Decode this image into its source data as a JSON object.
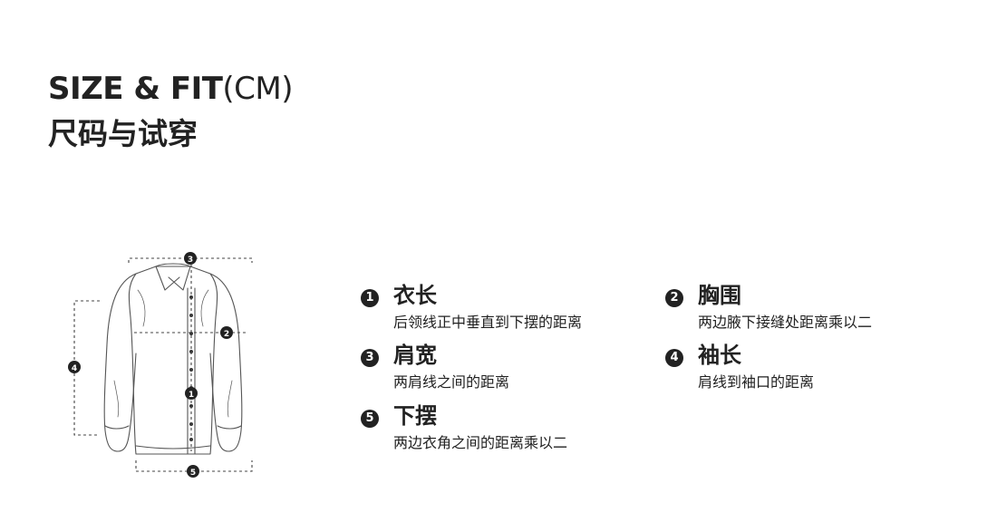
{
  "header": {
    "title_en_bold": "SIZE & FIT",
    "title_en_light": "(CM)",
    "title_zh": "尺码与试穿"
  },
  "diagram": {
    "markers": [
      "1",
      "2",
      "3",
      "4",
      "5"
    ]
  },
  "measurements": [
    {
      "num": "1",
      "title": "衣长",
      "desc": "后领线正中垂直到下摆的距离"
    },
    {
      "num": "2",
      "title": "胸围",
      "desc": "两边腋下接缝处距离乘以二"
    },
    {
      "num": "3",
      "title": "肩宽",
      "desc": "两肩线之间的距离"
    },
    {
      "num": "4",
      "title": "袖长",
      "desc": "肩线到袖口的距离"
    },
    {
      "num": "5",
      "title": "下摆",
      "desc": "两边衣角之间的距离乘以二"
    }
  ]
}
